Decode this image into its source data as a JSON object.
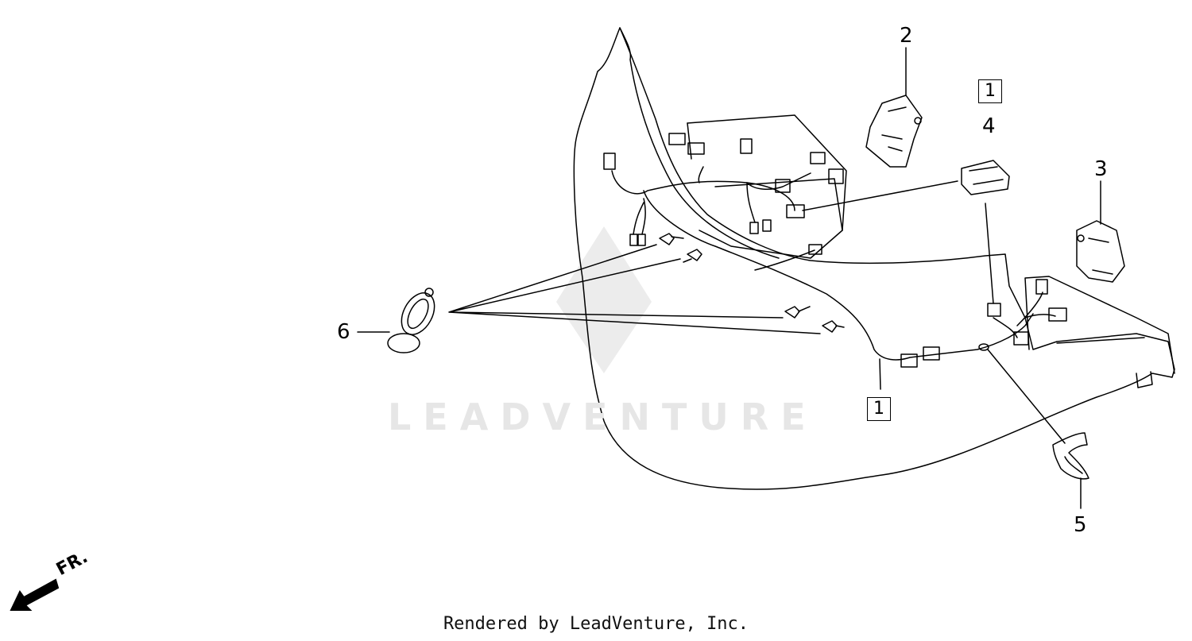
{
  "callouts": {
    "c1_top": "1",
    "c1_bottom": "1",
    "c2": "2",
    "c3": "3",
    "c4": "4",
    "c5": "5",
    "c6": "6"
  },
  "watermark": "LEADVENTURE",
  "direction": "FR.",
  "footer": "Rendered by LeadVenture, Inc."
}
